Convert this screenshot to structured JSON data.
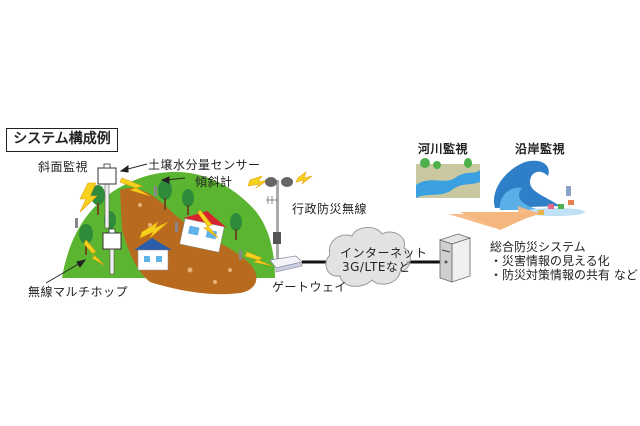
{
  "title": "システム構成例",
  "labels": {
    "slope_monitoring": "斜面監視",
    "soil_moisture_sensor": "土壌水分量センサー",
    "inclinometer": "傾斜計",
    "wireless_multihop": "無線マルチホップ",
    "admin_disaster_radio": "行政防災無線",
    "gateway": "ゲートウェイ",
    "internet_line1": "インターネット",
    "internet_line2": "3G/LTEなど",
    "river_monitoring": "河川監視",
    "coastal_monitoring": "沿岸監視"
  },
  "system": {
    "name": "総合防災システム",
    "items": [
      "・災害情報の見える化",
      "・防災対策情報の共有 など"
    ]
  },
  "colors": {
    "hill_green": "#5cb531",
    "landslide_brown": "#b86a1e",
    "lightning_yellow": "#f5d21e",
    "arrow_orange": "#f6b77e",
    "river_blue": "#3aa0e0",
    "cloud_gray": "#e2e2e2"
  }
}
